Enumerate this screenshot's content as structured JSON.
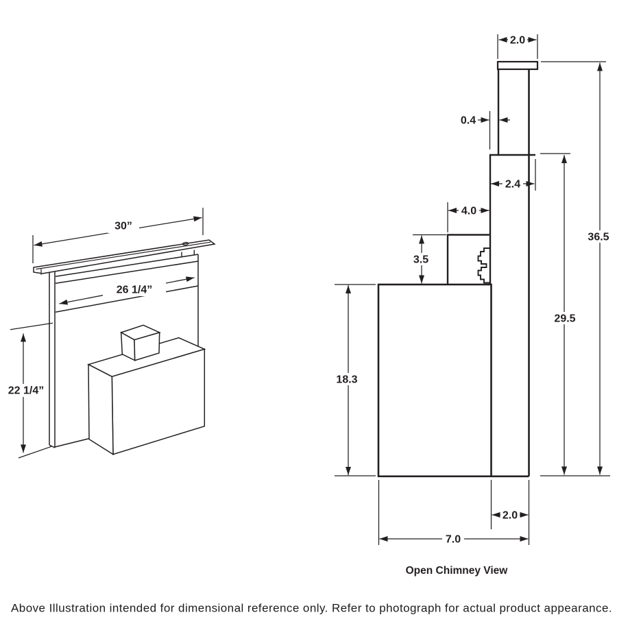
{
  "left_view": {
    "name": "isometric downdraft vent view",
    "dim_top_width": "30”",
    "dim_inner_width": "26 1/4”",
    "dim_height": "22 1/4”"
  },
  "right_view": {
    "caption": "Open Chimney View",
    "dim_cap_width": "2.0",
    "dim_wall_offset": "0.4",
    "dim_upper_chimney_depth": "2.4",
    "dim_duct_depth": "4.0",
    "dim_duct_height": "3.5",
    "dim_body_height": "18.3",
    "dim_chimney_height": "29.5",
    "dim_overall_height": "36.5",
    "dim_lower_chimney_depth": "2.0",
    "dim_overall_depth": "7.0"
  },
  "footer": {
    "note": "Above Illustration intended for dimensional reference only. Refer to photograph for actual product appearance."
  },
  "colors": {
    "line": "#231f20",
    "background": "#ffffff"
  }
}
